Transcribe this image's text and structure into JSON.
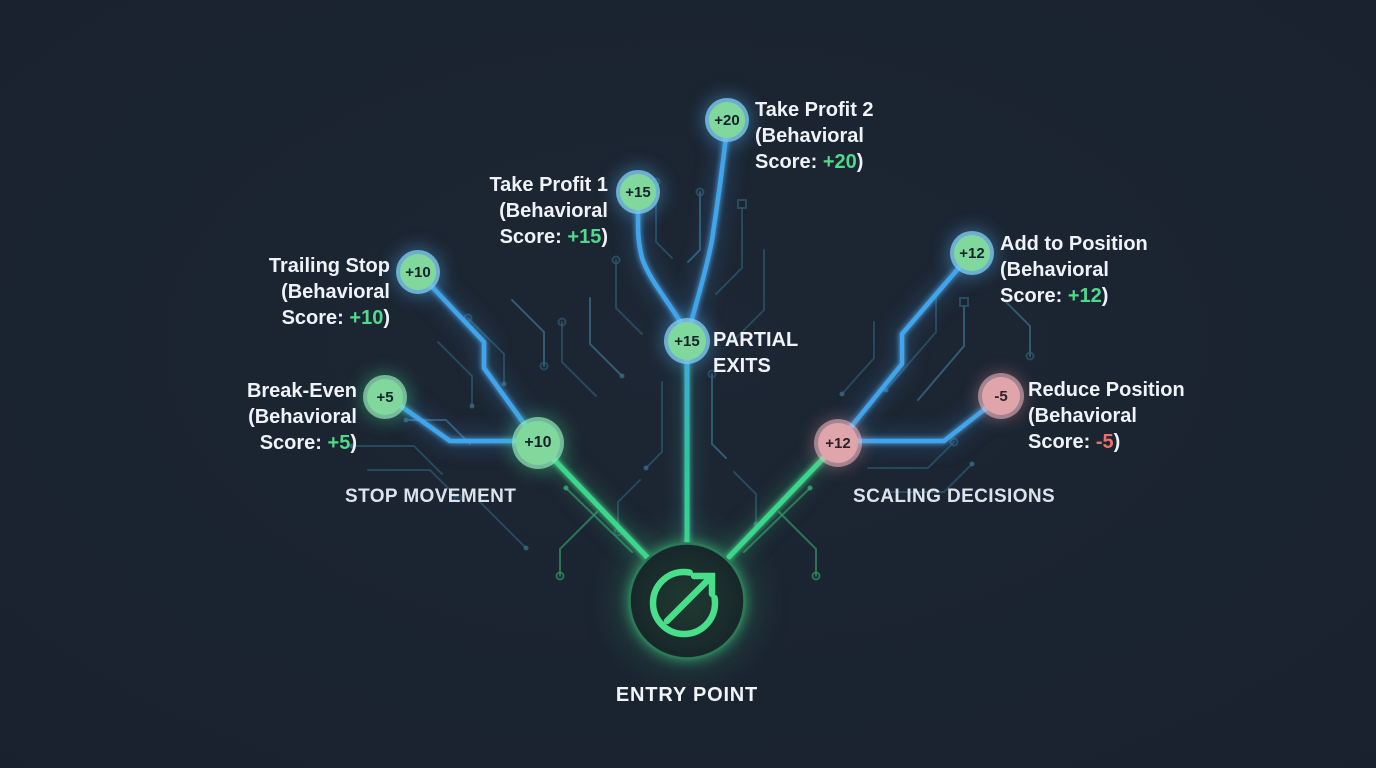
{
  "title": "trade management decision tree",
  "entry": {
    "label": "ENTRY POINT",
    "icon": "circular-arrow-up-right-icon"
  },
  "sections": {
    "stop": "STOP MOVEMENT",
    "partial": "PARTIAL EXITS",
    "scaling": "SCALING DECISIONS"
  },
  "junctions": {
    "stop": {
      "value": "+10",
      "tone": "positive"
    },
    "partial": {
      "value": "+15",
      "tone": "positive"
    },
    "scaling": {
      "value": "+12",
      "tone": "negative-tinted"
    }
  },
  "leaves": {
    "trailing_stop": {
      "badge": "+10",
      "name": "Trailing Stop",
      "l2": "(Behavioral",
      "l3pre": "Score: ",
      "score": "+10",
      "l3post": ")",
      "score_tone": "positive"
    },
    "break_even": {
      "badge": "+5",
      "name": "Break-Even",
      "l2": "(Behavioral",
      "l3pre": "Score: ",
      "score": "+5",
      "l3post": ")",
      "score_tone": "positive"
    },
    "take_profit_1": {
      "badge": "+15",
      "name": "Take Profit 1",
      "l2": "(Behavioral",
      "l3pre": "Score: ",
      "score": "+15",
      "l3post": ")",
      "score_tone": "positive"
    },
    "take_profit_2": {
      "badge": "+20",
      "name": "Take Profit 2",
      "l2": "(Behavioral",
      "l3pre": "Score: ",
      "score": "+20",
      "l3post": ")",
      "score_tone": "positive"
    },
    "add_to_position": {
      "badge": "+12",
      "name": "Add to Position",
      "l2": "(Behavioral",
      "l3pre": "Score: ",
      "score": "+12",
      "l3post": ")",
      "score_tone": "positive"
    },
    "reduce_position": {
      "badge": "-5",
      "name": "Reduce Position",
      "l2": "(Behavioral",
      "l3pre": "Score: ",
      "score": "-5",
      "l3post": ")",
      "score_tone": "negative"
    }
  },
  "colors": {
    "background": "#1a2430",
    "line_blue": "#3fa5ec",
    "line_green": "#3bd88c",
    "node_green": "#80d89d",
    "node_pink": "#e0a4ab",
    "score_positive": "#4fd98a",
    "score_negative": "#ee6e6e",
    "trace_teal": "#2d586e",
    "trace_green": "#2f8a60"
  }
}
